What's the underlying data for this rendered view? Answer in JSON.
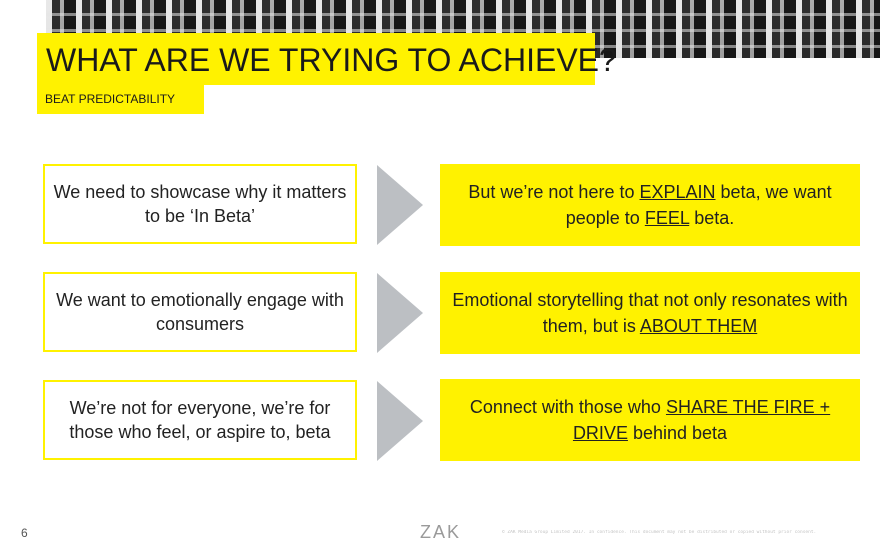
{
  "slide": {
    "title": "WHAT ARE WE TRYING TO ACHIEVE?",
    "subtitle": "BEAT PREDICTABILITY",
    "page_number": "6",
    "logo_text": "ZAK",
    "legal_text": "© ZAK Media Group Limited 2017. In confidence. This document may not be distributed or copied without prior consent."
  },
  "colors": {
    "accent": "#fff200",
    "arrow": "#bcbfc3"
  },
  "rows": [
    {
      "left": "We need to showcase why it matters to be ‘In Beta’",
      "right": [
        {
          "t": "But we’re not here to "
        },
        {
          "t": "EXPLAIN",
          "u": true
        },
        {
          "t": " beta, we want people to "
        },
        {
          "t": "FEEL",
          "u": true
        },
        {
          "t": " beta."
        }
      ]
    },
    {
      "left": "We want to emotionally engage with consumers",
      "right": [
        {
          "t": "Emotional storytelling that not only resonates with them, but is "
        },
        {
          "t": "ABOUT THEM",
          "u": true
        }
      ]
    },
    {
      "left": "We’re not for everyone, we’re for those who feel, or aspire to, beta",
      "right": [
        {
          "t": "Connect with those who "
        },
        {
          "t": "SHARE THE FIRE + DRIVE",
          "u": true
        },
        {
          "t": " behind beta"
        }
      ]
    }
  ]
}
